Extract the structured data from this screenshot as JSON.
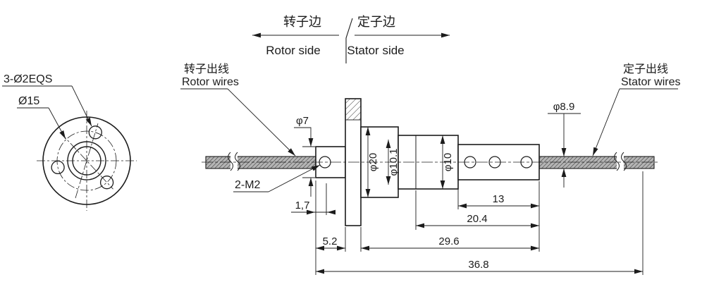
{
  "legend": {
    "rotor_side_cn": "转子边",
    "stator_side_cn": "定子边",
    "rotor_side_en": "Rotor side",
    "stator_side_en": "Stator side"
  },
  "callouts": {
    "rotor_wires_cn": "转子出线",
    "rotor_wires_en": "Rotor wires",
    "stator_wires_cn": "定子出线",
    "stator_wires_en": "Stator wires",
    "front_holes": "3-Ø2EQS",
    "front_bolt_circle": "Ø15",
    "rotor_screws": "2-M2"
  },
  "dimensions": {
    "shaft_diameter": "φ7",
    "flange_body_diameter": "φ20",
    "step_diameter": "φ10.1",
    "stator_body_diameter": "φ10",
    "stator_wire_diameter": "φ8.9",
    "screw_offset": "1,7",
    "stator_cap_length": "13",
    "stator_length": "20.4",
    "shaft_length": "5.2",
    "body_length": "29.6",
    "total_length": "36.8"
  },
  "colors": {
    "line": "#1c1c1c",
    "background": "#ffffff",
    "wire_band": "#b5b5b5"
  }
}
